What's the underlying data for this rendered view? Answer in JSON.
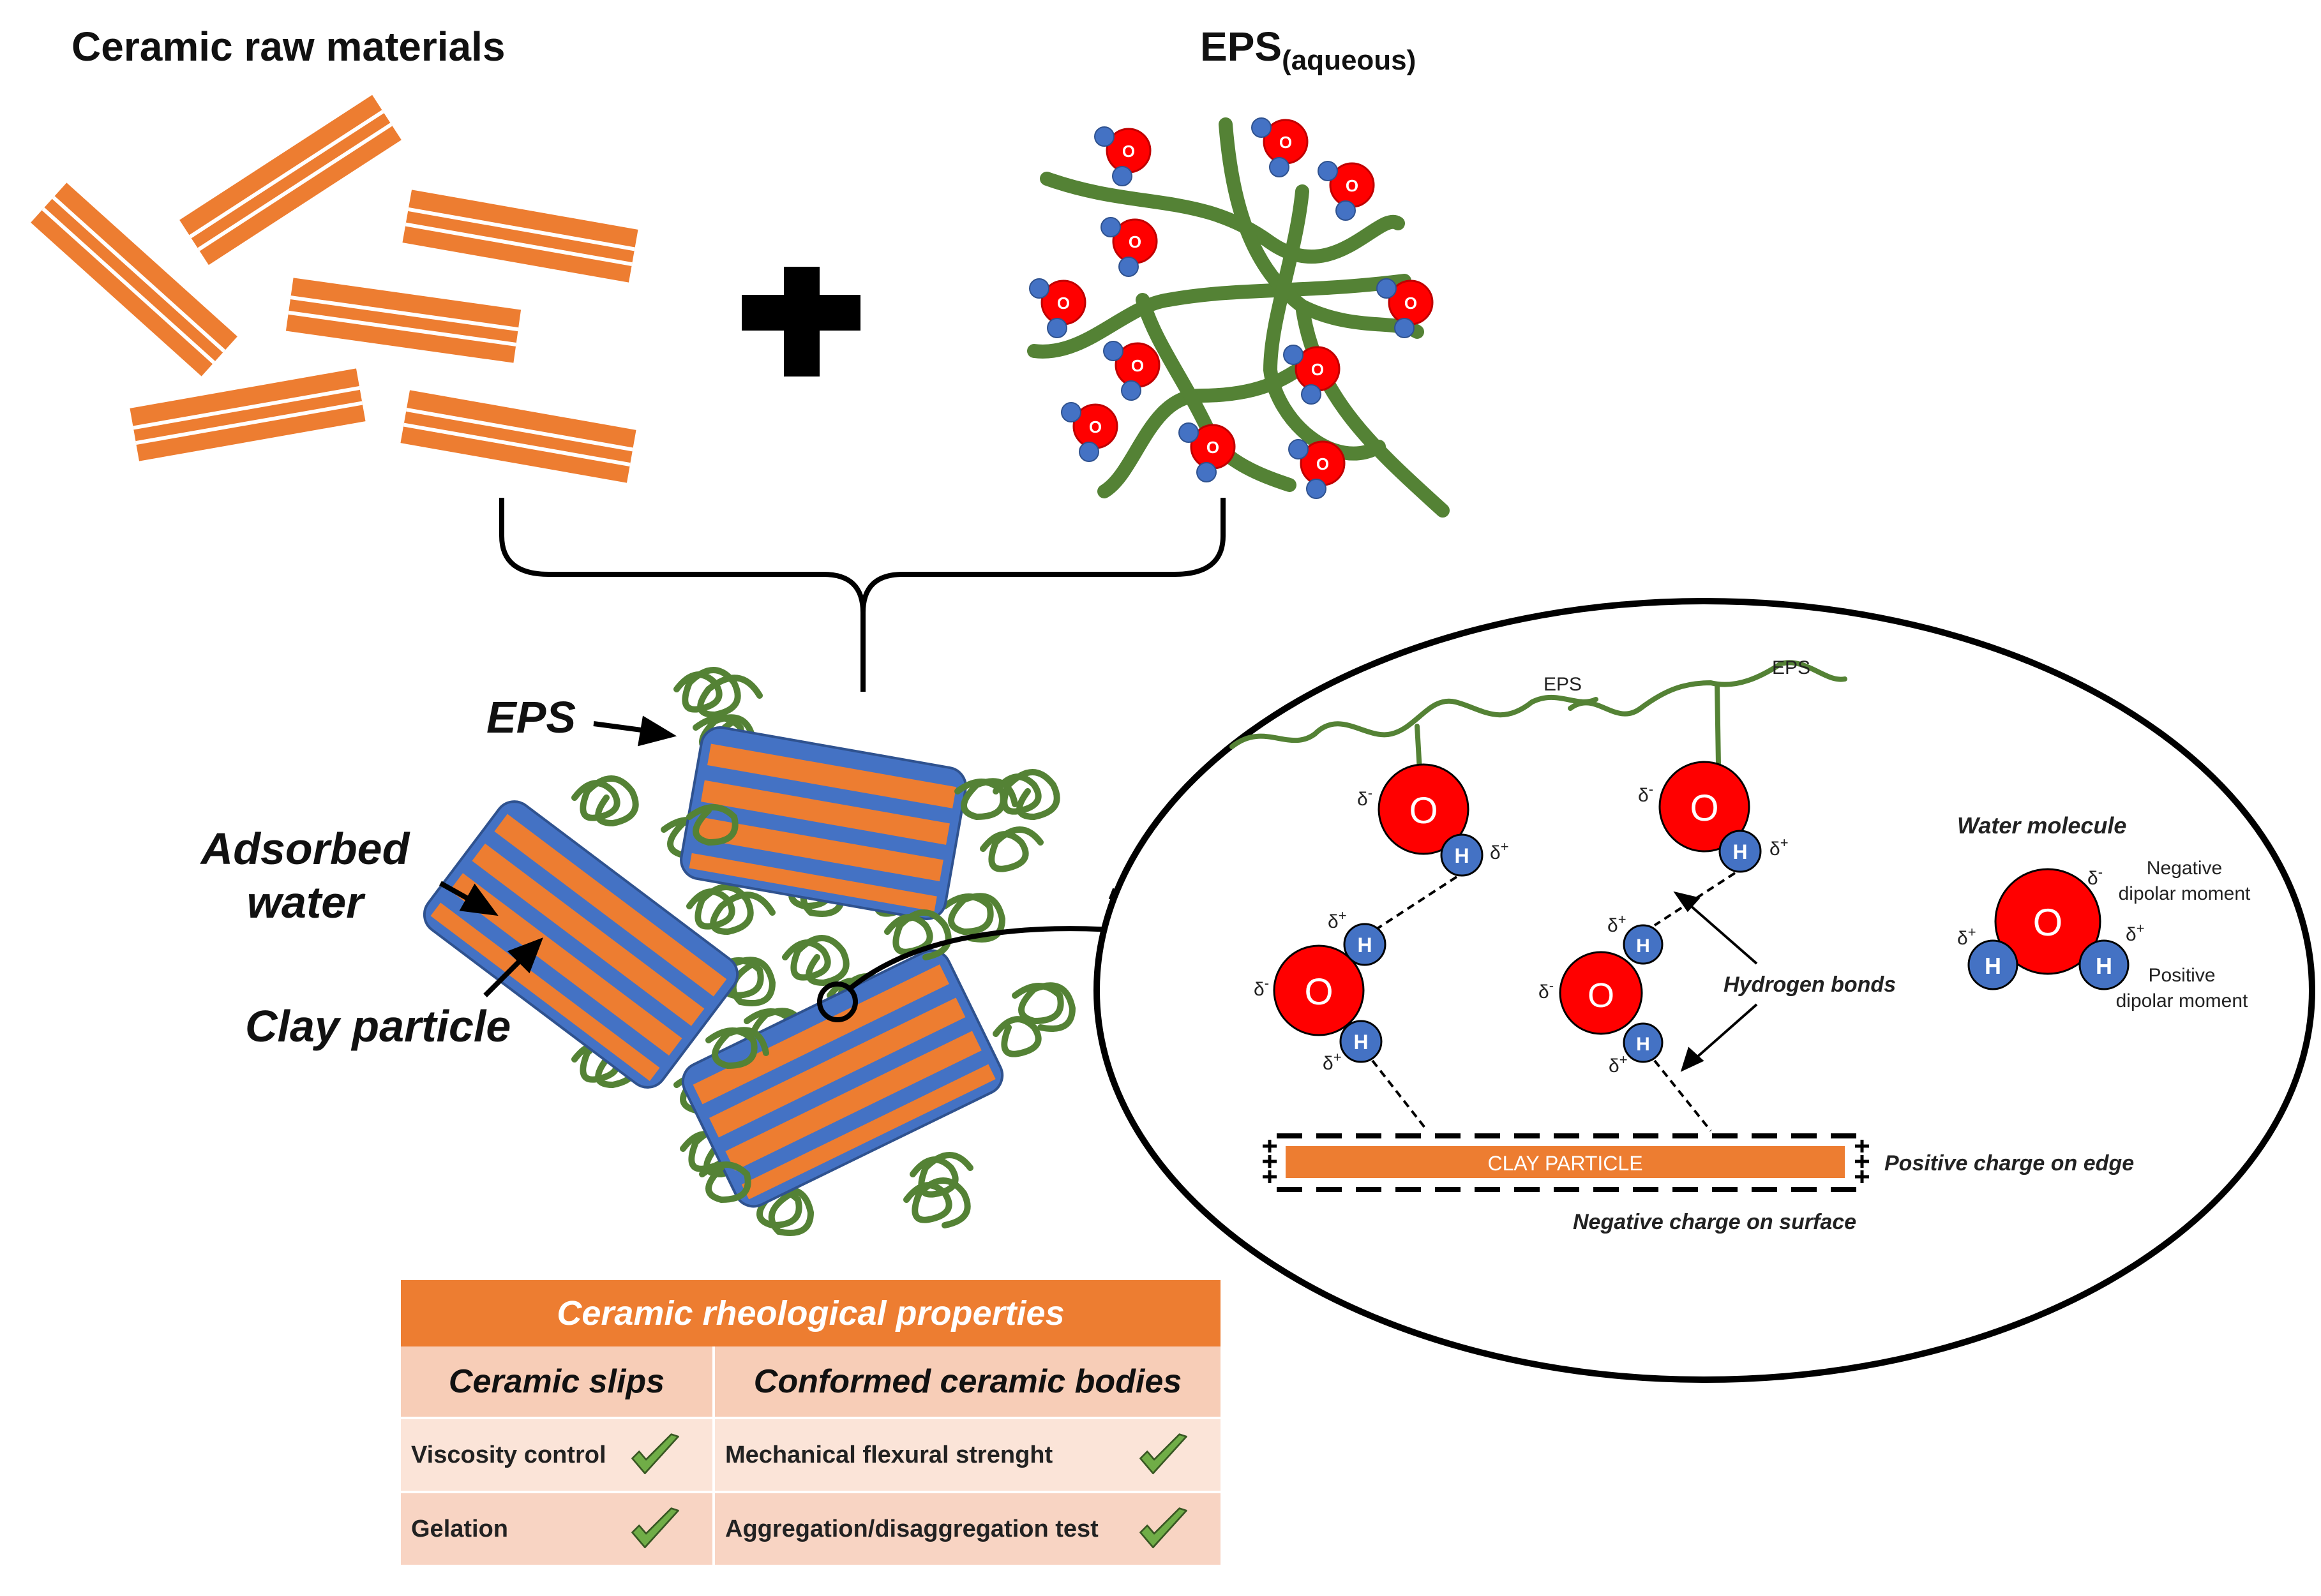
{
  "titles": {
    "ceramic_raw_materials": "Ceramic raw materials",
    "eps_main": "EPS",
    "eps_sub": "(aqueous)"
  },
  "labels": {
    "eps": "EPS",
    "adsorbed_water_1": "Adsorbed",
    "adsorbed_water_2": "water",
    "clay_particle": "Clay particle"
  },
  "zoom": {
    "eps_left": "EPS",
    "eps_right": "EPS",
    "atom_o": "O",
    "atom_h": "H",
    "delta_minus": "δ",
    "delta_plus": "δ",
    "minus_sup": "-",
    "plus_sup": "+",
    "hydrogen_bonds": "Hydrogen bonds",
    "water_molecule": "Water molecule",
    "negative_dipolar_1": "Negative",
    "negative_dipolar_2": "dipolar moment",
    "positive_dipolar_1": "Positive",
    "positive_dipolar_2": "dipolar moment",
    "clay_particle_bar": "CLAY PARTICLE",
    "positive_charge_edge": "Positive charge on edge",
    "negative_charge_surface": "Negative charge on surface"
  },
  "table": {
    "title": "Ceramic rheological properties",
    "col1_header": "Ceramic slips",
    "col2_header": "Conformed ceramic bodies",
    "rows": [
      {
        "left": "Viscosity control",
        "right": "Mechanical flexural strenght"
      },
      {
        "left": "Gelation",
        "right": "Aggregation/disaggregation test"
      }
    ]
  },
  "colors": {
    "orange": "#ed7d31",
    "blue": "#4472c4",
    "green": "#548235",
    "red": "#ff0000",
    "table_light": "#fbe4d8",
    "table_mid": "#f7cdb7",
    "check_green": "#70ad47"
  }
}
